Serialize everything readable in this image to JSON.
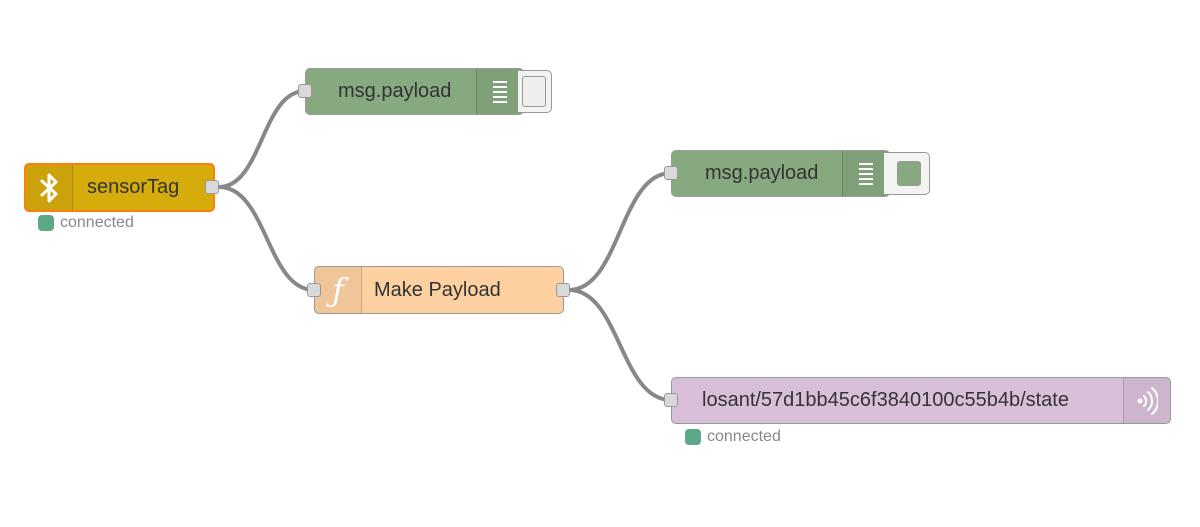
{
  "flow": {
    "nodes": {
      "sensortag": {
        "label": "sensorTag",
        "icon": "bluetooth-icon",
        "color": "#d6ab0c",
        "border_color": "#ff7f0e",
        "status": "connected",
        "status_color": "#5da887"
      },
      "debug1": {
        "label": "msg.payload",
        "icon": "debug-list-icon",
        "color": "#87a980",
        "active": false
      },
      "function": {
        "label": "Make Payload",
        "icon": "function-icon",
        "color": "#fdd0a2"
      },
      "debug2": {
        "label": "msg.payload",
        "icon": "debug-list-icon",
        "color": "#87a980",
        "active": true
      },
      "mqtt": {
        "label": "losant/57d1bb45c6f3840100c55b4b/state",
        "icon": "broadcast-icon",
        "color": "#d8bfd8",
        "status": "connected",
        "status_color": "#5da887"
      }
    },
    "wire_color": "#888888"
  }
}
